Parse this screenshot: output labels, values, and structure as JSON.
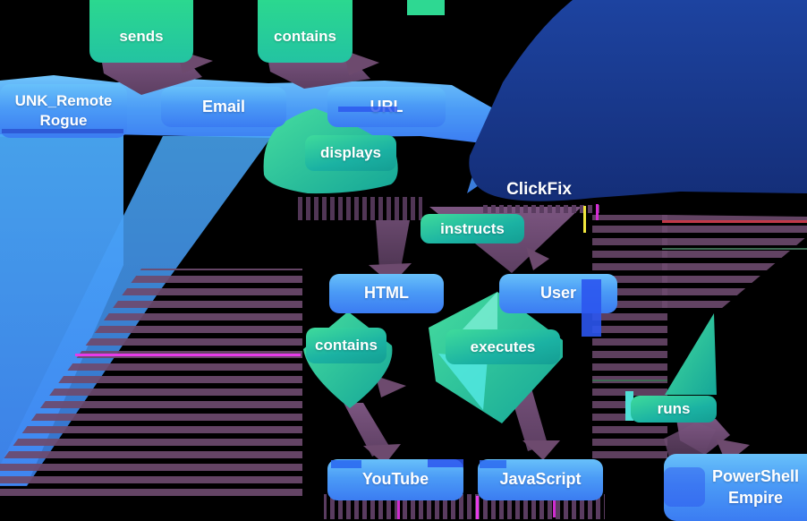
{
  "diagram": {
    "kind": "attack-chain graph",
    "background": "#000000"
  },
  "colors": {
    "node_blue_top": "#68c1fa",
    "node_blue_bottom": "#3b7cf2",
    "node_royal_glitch": "#2b55ee",
    "clickfix_navy": "#1a3a8f",
    "relationship_teal_top": "#3fdb9b",
    "relationship_teal_bottom": "#149e93",
    "edge_purple": "#6d4a6e",
    "accent_magenta": "#e73bea",
    "accent_yellow": "#f0e63c",
    "accent_red": "#c23848",
    "accent_green": "#3d6b52",
    "label_text": "#ffffff"
  },
  "nodes": [
    {
      "id": "unk-remote-rogue",
      "label": "UNK_Remote\nRogue"
    },
    {
      "id": "email",
      "label": "Email"
    },
    {
      "id": "url",
      "label": "URL"
    },
    {
      "id": "clickfix",
      "label": "ClickFix"
    },
    {
      "id": "html",
      "label": "HTML"
    },
    {
      "id": "user",
      "label": "User"
    },
    {
      "id": "youtube",
      "label": "YouTube"
    },
    {
      "id": "javascript",
      "label": "JavaScript"
    },
    {
      "id": "powershell-empire",
      "label": "PowerShell\nEmpire"
    }
  ],
  "relationships": [
    {
      "label": "sends",
      "from": "UNK_Remote Rogue",
      "to": "Email"
    },
    {
      "label": "contains",
      "from": "Email",
      "to": "URL"
    },
    {
      "label": "displays",
      "from": "URL",
      "to": "HTML"
    },
    {
      "label": "instructs",
      "from": "ClickFix",
      "to": "User"
    },
    {
      "label": "contains",
      "from": "HTML",
      "to": "YouTube"
    },
    {
      "label": "executes",
      "from": "User",
      "to": "JavaScript"
    },
    {
      "label": "runs",
      "from": "JavaScript",
      "to": "PowerShell Empire"
    }
  ]
}
